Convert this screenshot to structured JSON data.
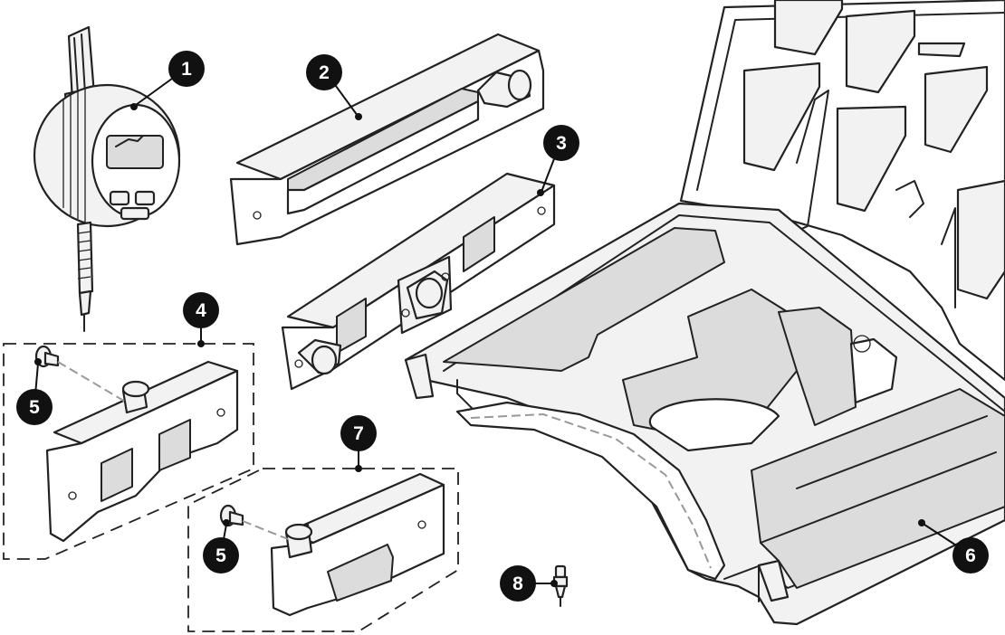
{
  "callouts": [
    {
      "id": "c1",
      "label": "1"
    },
    {
      "id": "c2",
      "label": "2"
    },
    {
      "id": "c3",
      "label": "3"
    },
    {
      "id": "c4",
      "label": "4"
    },
    {
      "id": "c5a",
      "label": "5"
    },
    {
      "id": "c5b",
      "label": "5"
    },
    {
      "id": "c6",
      "label": "6"
    },
    {
      "id": "c7",
      "label": "7"
    },
    {
      "id": "c8",
      "label": "8"
    }
  ]
}
